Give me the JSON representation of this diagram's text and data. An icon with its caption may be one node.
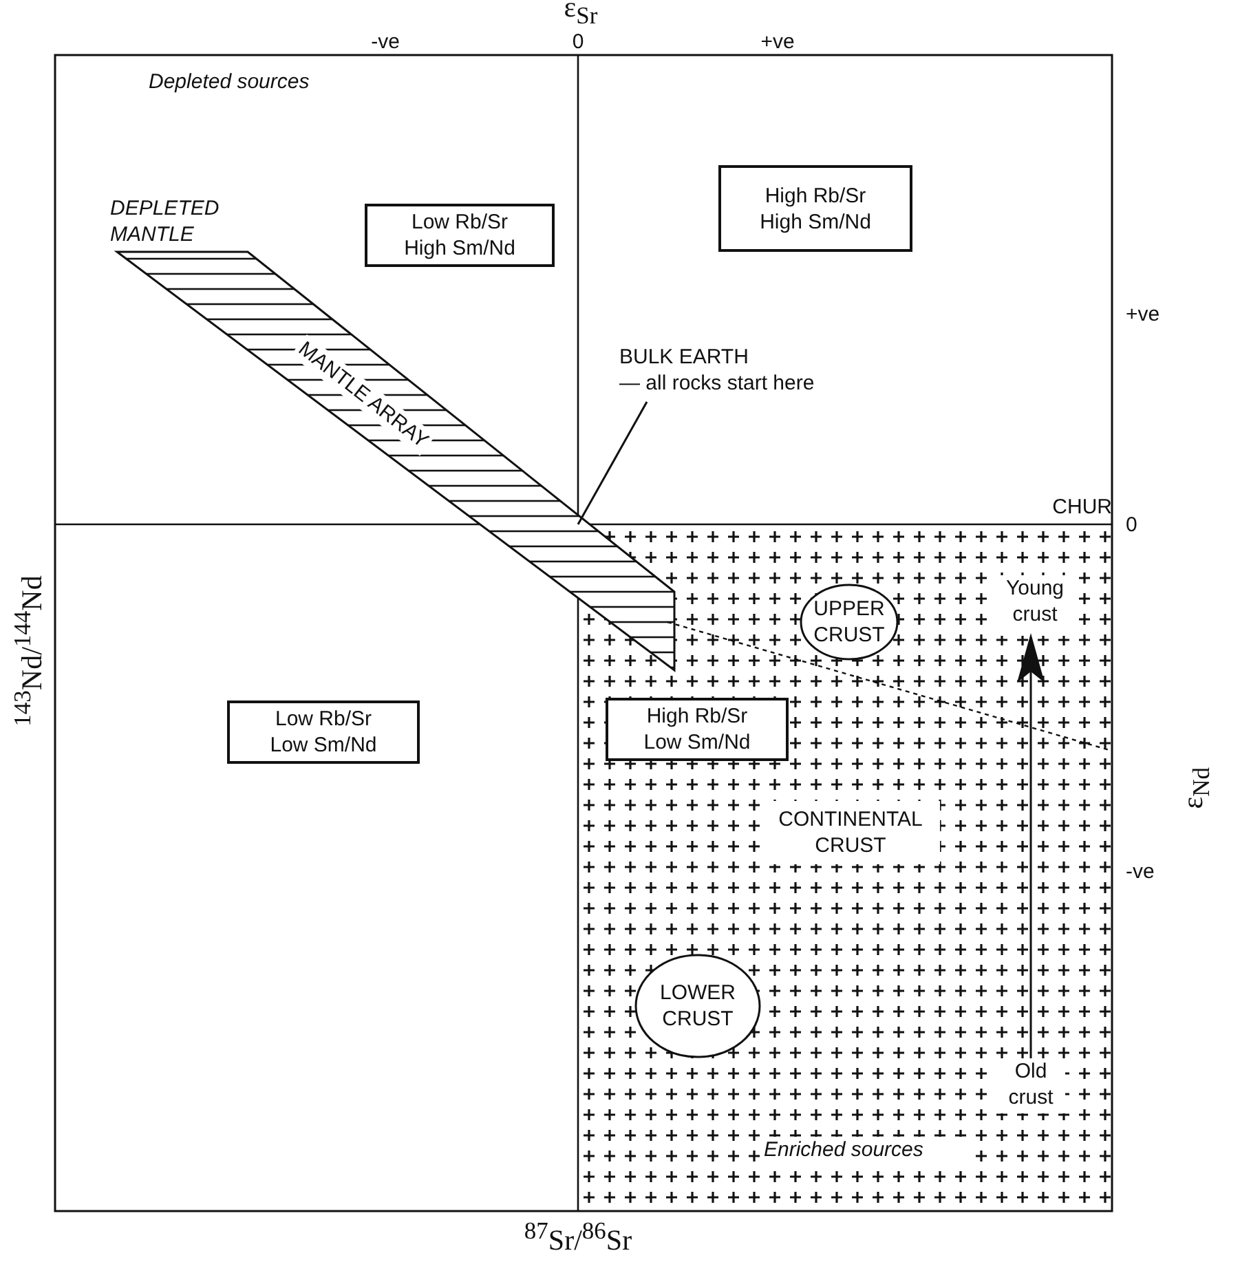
{
  "diagram": {
    "nodes": [
      {
        "text": [
          "Low Rb/Sr High Sm/Nd"
        ]
      },
      {
        "text": [
          "High Rb/Sr High Sm/Nd"
        ]
      },
      {
        "text": [
          "MANTLE ARRAY"
        ]
      },
      {
        "text": [
          "BULK EARTH",
          "— all rocks start here"
        ]
      },
      {
        "text": [
          "CONTINENTAL CRUST"
        ]
      },
      {
        "text": [
          "UPPER CRUST"
        ],
        "in": 4
      },
      {
        "text": [
          "Young crust"
        ],
        "in": 4
      },
      {
        "text": [
          "Low Rb/Sr Low Sm/Nd"
        ]
      },
      {
        "text": [
          "High Rb/Sr Low Sm/Nd"
        ],
        "in": 4
      },
      {
        "text": [
          "LOWER CRUST"
        ],
        "in": 4
      },
      {
        "text": [
          "Old crust"
        ],
        "in": 4
      }
    ],
    "edges": [
      {
        "from": 3,
        "to": 2,
        "arrow": "none"
      },
      {
        "from": 10,
        "to": 6,
        "arrow": "to"
      }
    ],
    "labels": [
      "ε$_{Sr}$",
      "-ve",
      "0",
      "+ve",
      "Depleted sources",
      "DEPLETED MANTLE",
      "+ve",
      "CHUR",
      "0",
      "$^{143}$Nd/$^{144}$Nd",
      "ε$_{Nd}$",
      "-ve",
      "Enriched sources",
      "$^{87}$Sr/$^{86}$Sr"
    ]
  }
}
